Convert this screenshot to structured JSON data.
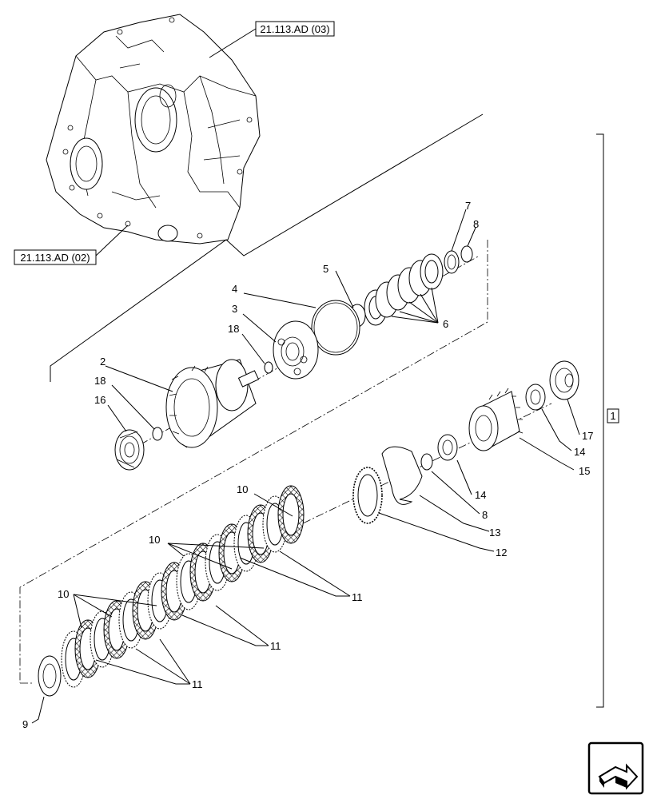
{
  "references": {
    "upper": "21.113.AD (03)",
    "lower": "21.113.AD (02)"
  },
  "group_label": "1",
  "callouts": {
    "c2": "2",
    "c3": "3",
    "c4": "4",
    "c5": "5",
    "c6": "6",
    "c7": "7",
    "c8a": "8",
    "c8b": "8",
    "c9": "9",
    "c10a": "10",
    "c10b": "10",
    "c10c": "10",
    "c11a": "11",
    "c11b": "11",
    "c11c": "11",
    "c12": "12",
    "c13": "13",
    "c14a": "14",
    "c14b": "14",
    "c15": "15",
    "c16": "16",
    "c17": "17",
    "c18a": "18",
    "c18b": "18"
  },
  "icons": {
    "navigation": "next-page-arrow-icon"
  }
}
